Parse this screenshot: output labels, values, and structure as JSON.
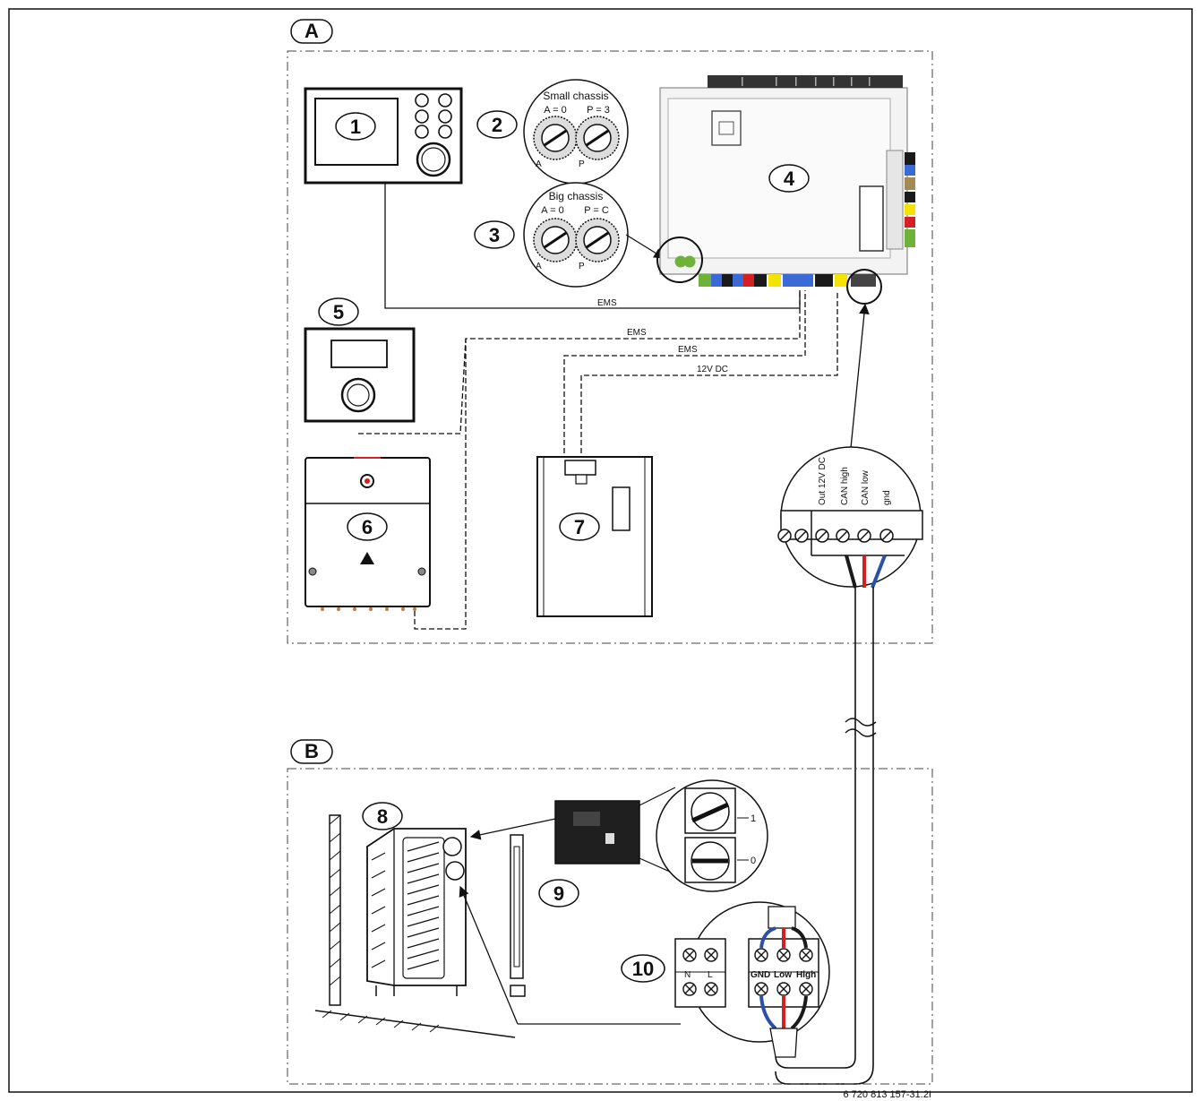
{
  "sections": {
    "a": "A",
    "b": "B"
  },
  "callouts": [
    "1",
    "2",
    "3",
    "4",
    "5",
    "6",
    "7",
    "8",
    "9",
    "10"
  ],
  "dials": {
    "small_title": "Small chassis",
    "small_a": "A = 0",
    "small_p": "P = 3",
    "big_title": "Big chassis",
    "big_a": "A = 0",
    "big_p": "P = C",
    "dial_a": "A",
    "dial_p": "P"
  },
  "wires": {
    "ems1": "EMS",
    "ems2": "EMS",
    "ems3": "EMS",
    "dc": "12V DC"
  },
  "terminal_top": {
    "out": "Out 12V DC",
    "high": "CAN high",
    "low": "CAN low",
    "gnd": "gnd"
  },
  "terminal_bottom": {
    "n": "N",
    "l": "L",
    "gnd": "GND",
    "low": "Low",
    "high": "High"
  },
  "switch": {
    "pos1": "1",
    "pos0": "0"
  },
  "doc_code": "6 720 813 157-31.2I",
  "colors": {
    "can_high": "#d42020",
    "can_low": "#2a50a8",
    "gnd": "#1a1a1a"
  }
}
